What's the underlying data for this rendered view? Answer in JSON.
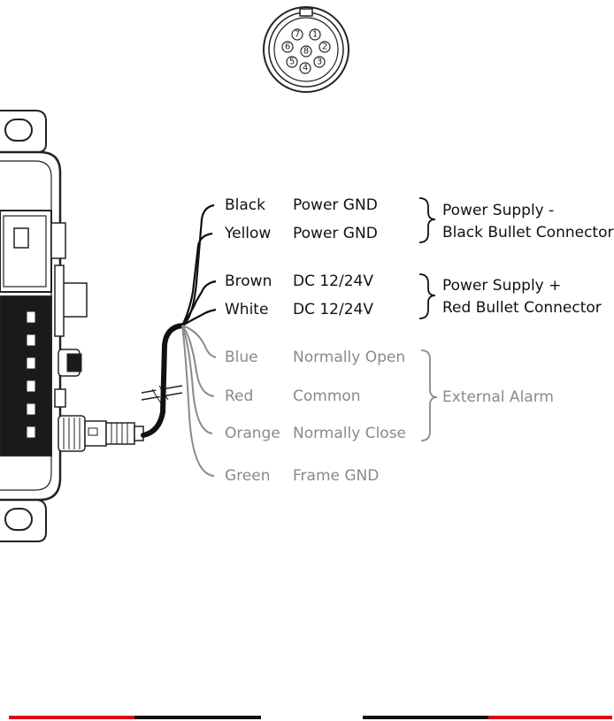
{
  "connector": {
    "pins": [
      "1",
      "2",
      "3",
      "4",
      "5",
      "6",
      "7",
      "8"
    ]
  },
  "wires": [
    {
      "color_name": "Black",
      "function": "Power GND",
      "group": "ground"
    },
    {
      "color_name": "Yellow",
      "function": "Power GND",
      "group": "ground"
    },
    {
      "color_name": "Brown",
      "function": "DC 12/24V",
      "group": "power"
    },
    {
      "color_name": "White",
      "function": "DC 12/24V",
      "group": "power"
    },
    {
      "color_name": "Blue",
      "function": "Normally Open",
      "group": "alarm"
    },
    {
      "color_name": "Red",
      "function": "Common",
      "group": "alarm"
    },
    {
      "color_name": "Orange",
      "function": "Normally Close",
      "group": "alarm"
    },
    {
      "color_name": "Green",
      "function": "Frame GND",
      "group": "none"
    }
  ],
  "groups": {
    "ground": {
      "line1": "Power Supply -",
      "line2": "Black Bullet Connector"
    },
    "power": {
      "line1": "Power Supply +",
      "line2": "Red Bullet Connector"
    },
    "alarm": {
      "line1": "External Alarm"
    }
  },
  "colors": {
    "dark_wire": "#111111",
    "gray_wire": "#8a8a8a",
    "bullet_red": "#e0001a",
    "bullet_black": "#111111"
  }
}
